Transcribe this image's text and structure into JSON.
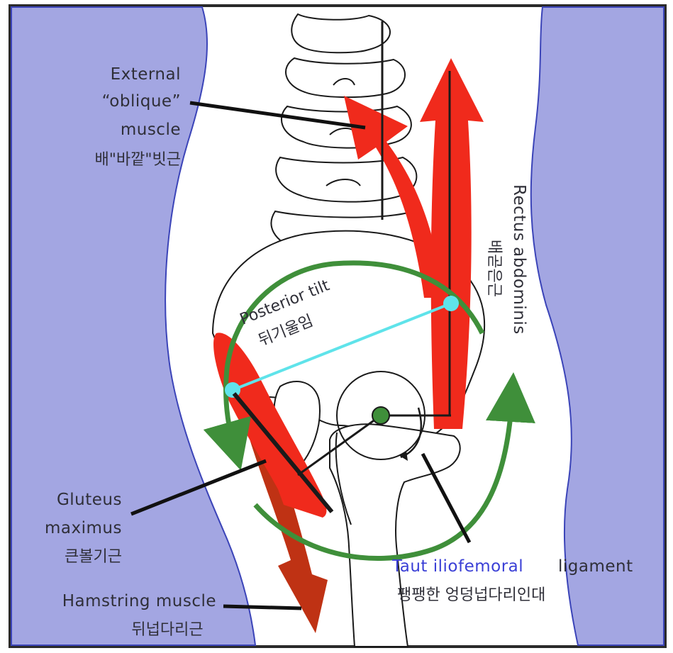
{
  "labels": {
    "external_oblique_1": "External",
    "external_oblique_2": "“oblique”",
    "external_oblique_3": "muscle",
    "external_oblique_kr": "배\"바깥\"빗근",
    "rectus_abdominis": "Rectus abdominis",
    "rectus_abdominis_kr": "배곧은근",
    "posterior_tilt": "Posterior tilt",
    "posterior_tilt_kr": "뒤기울임",
    "gluteus_1": "Gluteus",
    "gluteus_2": "maximus",
    "gluteus_kr": "큰볼기근",
    "hamstring": "Hamstring muscle",
    "hamstring_kr": "뒤넙다리근",
    "ligament_taut": "Taut iliofemoral",
    "ligament_word": "ligament",
    "ligament_kr": "팽팽한 엉덩넙다리인대"
  },
  "colors": {
    "background_side": "#a3a6e2",
    "muscle_red": "#f02a1c",
    "hamstring_red": "#bf3214",
    "rotation_green": "#3f8f3a",
    "landmark_cyan": "#5fe3ea",
    "ligament_blue": "#3a3fd6",
    "outline": "#1a1a1a"
  }
}
